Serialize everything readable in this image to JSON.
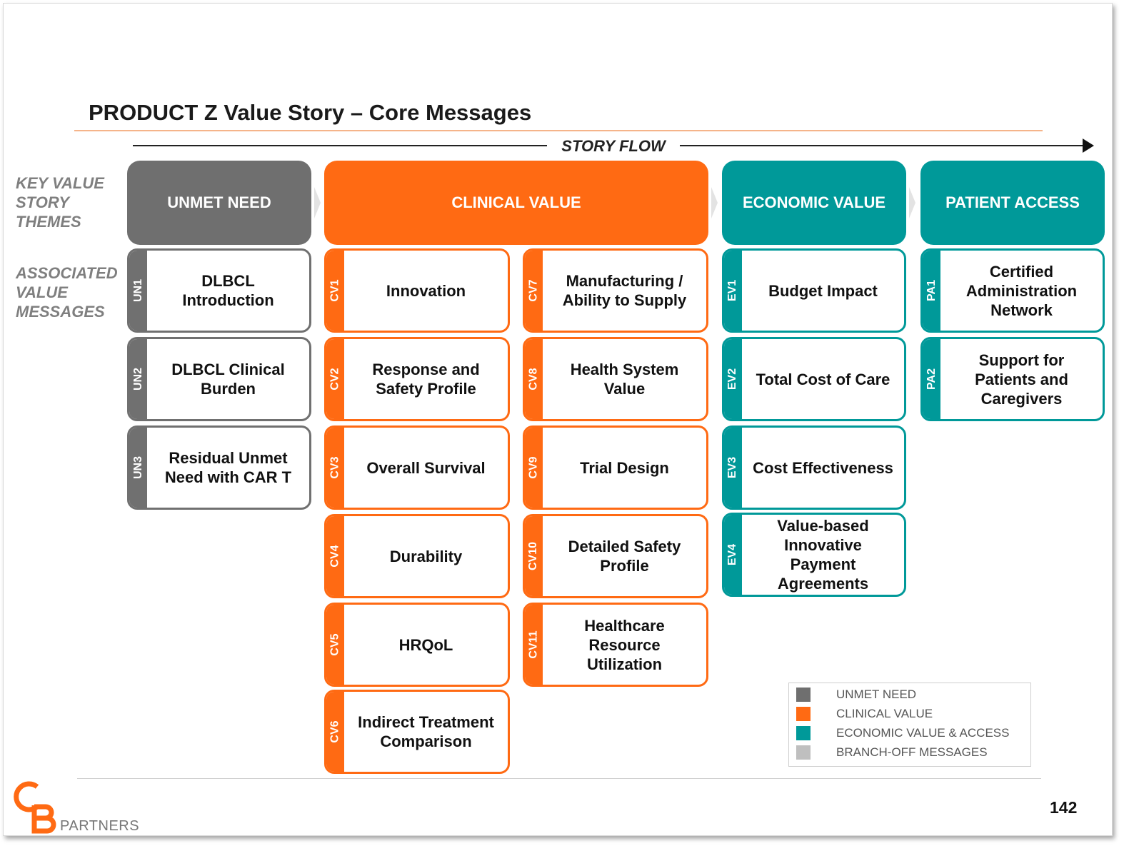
{
  "title": "PRODUCT Z Value Story – Core Messages",
  "story_flow_label": "STORY FLOW",
  "side_labels": {
    "themes": "KEY VALUE STORY THEMES",
    "messages": "ASSOCIATED VALUE MESSAGES"
  },
  "themes": [
    {
      "label": "UNMET NEED",
      "color": "#6f6f6f"
    },
    {
      "label": "CLINICAL VALUE",
      "color": "#ff6a13"
    },
    {
      "label": "ECONOMIC VALUE",
      "color": "#009999"
    },
    {
      "label": "PATIENT ACCESS",
      "color": "#009999"
    }
  ],
  "messages": {
    "unmet_need": [
      {
        "code": "UN1",
        "text": "DLBCL Introduction"
      },
      {
        "code": "UN2",
        "text": "DLBCL Clinical Burden"
      },
      {
        "code": "UN3",
        "text": "Residual Unmet Need with CAR T"
      }
    ],
    "clinical_value_col1": [
      {
        "code": "CV1",
        "text": "Innovation"
      },
      {
        "code": "CV2",
        "text": "Response and Safety Profile"
      },
      {
        "code": "CV3",
        "text": "Overall Survival"
      },
      {
        "code": "CV4",
        "text": "Durability"
      },
      {
        "code": "CV5",
        "text": "HRQoL"
      },
      {
        "code": "CV6",
        "text": "Indirect Treatment Comparison"
      }
    ],
    "clinical_value_col2": [
      {
        "code": "CV7",
        "text": "Manufacturing / Ability to Supply"
      },
      {
        "code": "CV8",
        "text": "Health System Value"
      },
      {
        "code": "CV9",
        "text": "Trial Design"
      },
      {
        "code": "CV10",
        "text": "Detailed Safety Profile"
      },
      {
        "code": "CV11",
        "text": "Healthcare Resource Utilization"
      }
    ],
    "economic_value": [
      {
        "code": "EV1",
        "text": "Budget Impact"
      },
      {
        "code": "EV2",
        "text": "Total Cost of Care"
      },
      {
        "code": "EV3",
        "text": "Cost Effectiveness"
      },
      {
        "code": "EV4",
        "text": "Value-based Innovative Payment Agreements"
      }
    ],
    "patient_access": [
      {
        "code": "PA1",
        "text": "Certified Administration Network"
      },
      {
        "code": "PA2",
        "text": "Support for Patients and Caregivers"
      }
    ]
  },
  "legend": [
    {
      "label": "UNMET NEED",
      "color": "#6f6f6f"
    },
    {
      "label": "CLINICAL VALUE",
      "color": "#ff6a13"
    },
    {
      "label": "ECONOMIC VALUE & ACCESS",
      "color": "#009999"
    },
    {
      "label": "BRANCH-OFF MESSAGES",
      "color": "#bfbfbf"
    }
  ],
  "page_number": "142",
  "logo": {
    "letters": "CB",
    "text": "PARTNERS",
    "color": "#ff6a13"
  }
}
